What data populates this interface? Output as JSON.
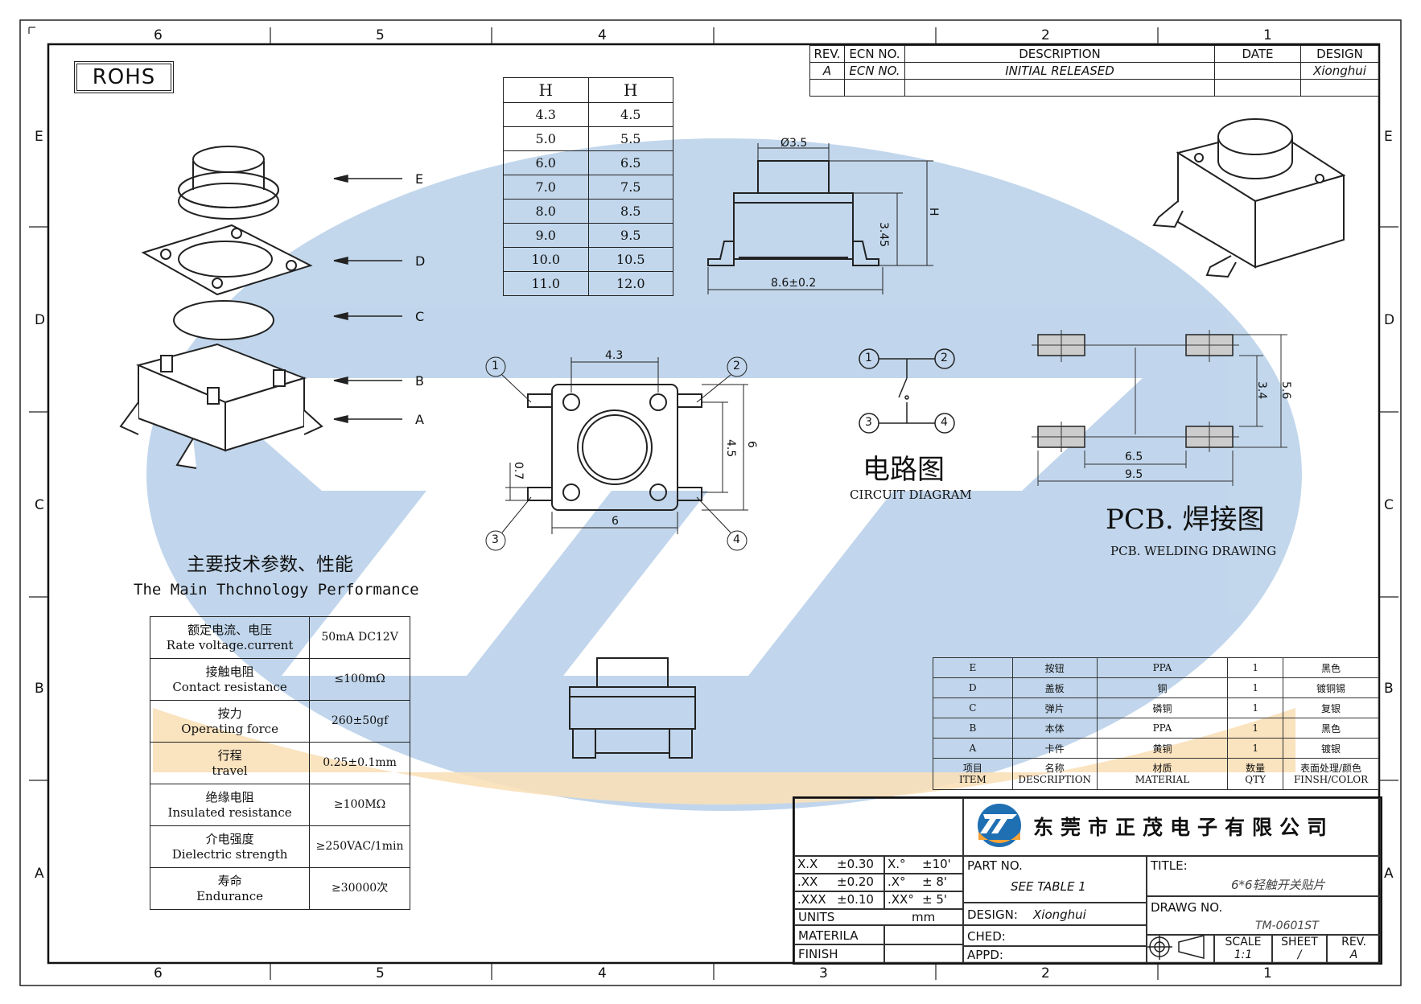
{
  "frame": {
    "top_numbers": [
      "6",
      "5",
      "4",
      "3",
      "2",
      "1"
    ],
    "side_letters": [
      "E",
      "D",
      "C",
      "B",
      "A"
    ]
  },
  "rohs": "ROHS",
  "exploded_labels": [
    "E",
    "D",
    "C",
    "B",
    "A"
  ],
  "height_table": {
    "headers": [
      "H",
      "H"
    ],
    "rows": [
      [
        "4.3",
        "4.5"
      ],
      [
        "5.0",
        "5.5"
      ],
      [
        "6.0",
        "6.5"
      ],
      [
        "7.0",
        "7.5"
      ],
      [
        "8.0",
        "8.5"
      ],
      [
        "9.0",
        "9.5"
      ],
      [
        "10.0",
        "10.5"
      ],
      [
        "11.0",
        "12.0"
      ]
    ]
  },
  "side_view": {
    "dia": "Ø3.5",
    "h1": "3.45",
    "h2": "H",
    "width": "8.6±0.2"
  },
  "top_view": {
    "top": "4.3",
    "bottom": "6",
    "right_inner": "4.5",
    "right_outer": "6",
    "left": "0.7",
    "pins": [
      "1",
      "2",
      "3",
      "4"
    ]
  },
  "circuit": {
    "pins": [
      "1",
      "2",
      "3",
      "4"
    ],
    "title_cn": "电路图",
    "title_en": "CIRCUIT DIAGRAM"
  },
  "pcb": {
    "dim_3_4": "3.4",
    "dim_5_6": "5.6",
    "dim_6_5": "6.5",
    "dim_9_5": "9.5",
    "title_cn": "PCB. 焊接图",
    "title_en": "PCB. WELDING DRAWING"
  },
  "params": {
    "title_cn": "主要技术参数、性能",
    "title_en": "The Main Thchnology Performance",
    "rows": [
      {
        "cn": "额定电流、电压",
        "en": "Rate voltage.current",
        "value": "50mA DC12V"
      },
      {
        "cn": "接触电阻",
        "en": "Contact resistance",
        "value": "≤100mΩ"
      },
      {
        "cn": "按力",
        "en": "Operating force",
        "value": "260±50gf"
      },
      {
        "cn": "行程",
        "en": "travel",
        "value": "0.25±0.1mm"
      },
      {
        "cn": "绝缘电阻",
        "en": "Insulated resistance",
        "value": "≥100MΩ"
      },
      {
        "cn": "介电强度",
        "en": "Dielectric strength",
        "value": "≥250VAC/1min"
      },
      {
        "cn": "寿命",
        "en": "Endurance",
        "value": "≥30000次"
      }
    ]
  },
  "revision": {
    "headers": [
      "REV.",
      "ECN NO.",
      "DESCRIPTION",
      "DATE",
      "DESIGN"
    ],
    "row": [
      "A",
      "ECN NO.",
      "INITIAL RELEASED",
      "",
      "Xionghui"
    ]
  },
  "bom": {
    "rows": [
      [
        "E",
        "按钮",
        "PPA",
        "1",
        "黑色"
      ],
      [
        "D",
        "盖板",
        "铜",
        "1",
        "镀铜锡"
      ],
      [
        "C",
        "弹片",
        "磷铜",
        "1",
        "复银"
      ],
      [
        "B",
        "本体",
        "PPA",
        "1",
        "黑色"
      ],
      [
        "A",
        "卡件",
        "黄铜",
        "1",
        "镀银"
      ]
    ],
    "header": [
      [
        "项目",
        "ITEM"
      ],
      [
        "名称",
        "DESCRIPTION"
      ],
      [
        "材质",
        "MATERIAL"
      ],
      [
        "数量",
        "QTY"
      ],
      [
        "表面处理/颜色",
        "FINSH/COLOR"
      ]
    ]
  },
  "title_block": {
    "company": "东莞市正茂电子有限公司",
    "tol": [
      [
        "X.X",
        "±0.30",
        "X.°",
        "±10'"
      ],
      [
        ".XX",
        "±0.20",
        ".X°",
        "± 8'"
      ],
      [
        ".XXX",
        "±0.10",
        ".XX°",
        "± 5'"
      ]
    ],
    "units_label": "UNITS",
    "units": "mm",
    "materila": "MATERILA",
    "finish": "FINISH",
    "part_no_label": "PART NO.",
    "part_no": "SEE TABLE 1",
    "design_label": "DESIGN:",
    "design": "Xionghui",
    "ched": "CHED:",
    "appd": "APPD:",
    "title_label": "TITLE:",
    "title": "6*6轻触开关贴片",
    "drawg_label": "DRAWG NO.",
    "drawg": "TM-0601ST",
    "scale_label": "SCALE",
    "scale": "1:1",
    "sheet_label": "SHEET",
    "sheet": "/",
    "rev_label": "REV.",
    "rev": "A"
  }
}
